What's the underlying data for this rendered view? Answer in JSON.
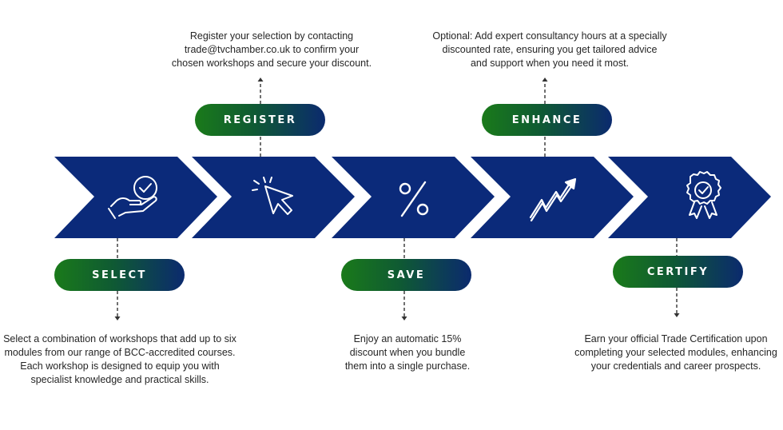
{
  "steps": [
    {
      "label": "SELECT",
      "icon": "hand-check-icon",
      "description": [
        "Select a combination of workshops that add up to six",
        "modules from our range of BCC-accredited courses.",
        "Each workshop is designed to equip you with",
        "specialist knowledge and practical skills."
      ]
    },
    {
      "label": "REGISTER",
      "icon": "cursor-click-icon",
      "description": [
        "Register your selection by contacting",
        "trade@tvchamber.co.uk to confirm your",
        "chosen workshops and secure your discount."
      ]
    },
    {
      "label": "SAVE",
      "icon": "percent-icon",
      "description": [
        "Enjoy an automatic 15%",
        "discount when you bundle",
        "them into a single purchase."
      ]
    },
    {
      "label": "ENHANCE",
      "icon": "trend-up-icon",
      "description": [
        "Optional: Add expert consultancy hours at a specially",
        "discounted rate, ensuring you get tailored advice",
        "and support when you need it most."
      ]
    },
    {
      "label": "CERTIFY",
      "icon": "award-badge-icon",
      "description": [
        "Earn your official Trade Certification upon",
        "completing your selected modules, enhancing",
        "your credentials and career prospects."
      ]
    }
  ],
  "colors": {
    "chevron": "#0b2a7a",
    "pill_start": "#1a7a1a",
    "pill_end": "#0b2a6e",
    "connector": "#333333"
  }
}
